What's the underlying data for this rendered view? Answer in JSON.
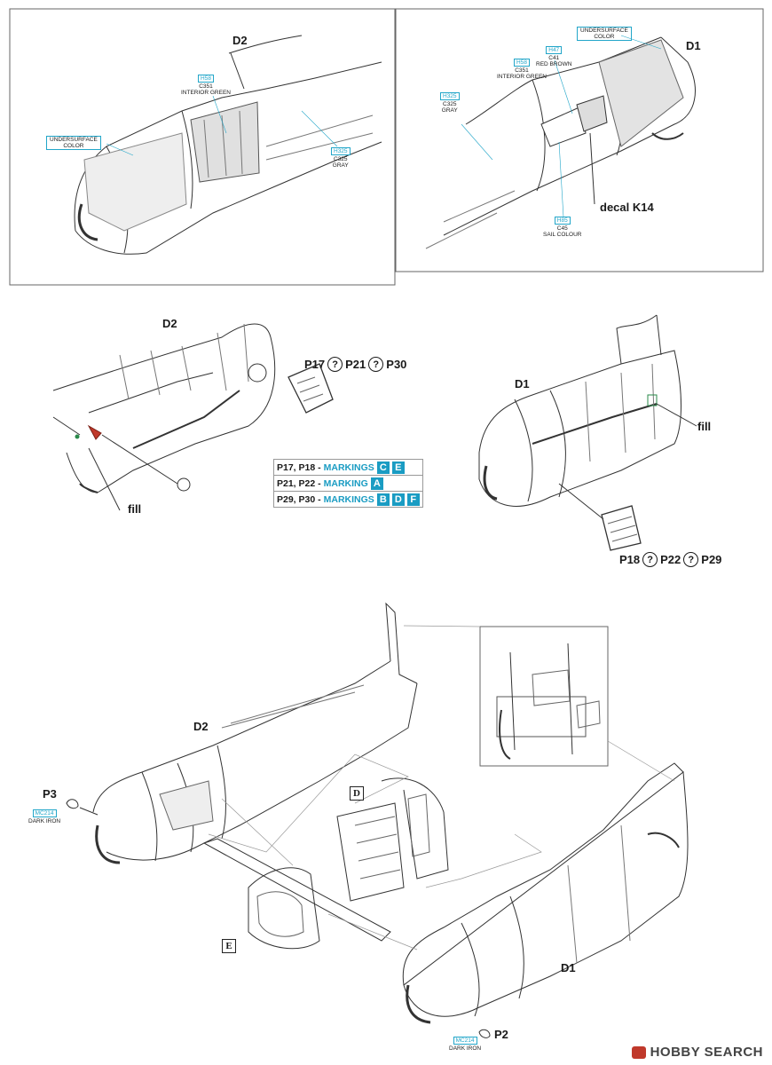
{
  "labels": {
    "d2_top": "D2",
    "d1_top": "D1",
    "d2_mid": "D2",
    "d1_mid": "D1",
    "d2_bot": "D2",
    "d1_bot": "D1",
    "decal": "decal K14",
    "fill_left": "fill",
    "fill_right": "fill",
    "p3": "P3",
    "p2": "P2",
    "sub_d": "D",
    "sub_e": "E"
  },
  "paints": {
    "tl_green": {
      "code": "H58",
      "c": "C351",
      "name": "INTERIOR GREEN"
    },
    "tl_under": {
      "name": "UNDERSURFACE\nCOLOR"
    },
    "tl_gray": {
      "code": "H325",
      "c": "C325",
      "name": "GRAY"
    },
    "tr_under": {
      "name": "UNDERSURFACE\nCOLOR"
    },
    "tr_brown": {
      "code": "H47",
      "c": "C41",
      "name": "RED BROWN"
    },
    "tr_green": {
      "code": "H58",
      "c": "C351",
      "name": "INTERIOR GREEN"
    },
    "tr_gray": {
      "code": "H325",
      "c": "C325",
      "name": "GRAY"
    },
    "tr_sail": {
      "code": "H85",
      "c": "C45",
      "name": "SAIL COLOUR"
    },
    "p3_iron": {
      "code": "MC214",
      "name": "DARK IRON"
    },
    "p2_iron": {
      "code": "MC214",
      "name": "DARK IRON"
    }
  },
  "sequences": {
    "left": {
      "a": "P17",
      "b": "P21",
      "c": "P30",
      "sym": "?"
    },
    "right": {
      "a": "P18",
      "b": "P22",
      "c": "P29",
      "sym": "?"
    }
  },
  "markings": [
    {
      "parts": "P17, P18 -",
      "label": "MARKINGS",
      "badges": [
        "C",
        "E"
      ]
    },
    {
      "parts": "P21, P22 -",
      "label": "MARKING",
      "badges": [
        "A"
      ]
    },
    {
      "parts": "P29, P30 -",
      "label": "MARKINGS",
      "badges": [
        "B",
        "D",
        "F"
      ]
    }
  ],
  "watermark": "HOBBY SEARCH",
  "colors": {
    "paint_code": "#22a6c9",
    "marking_teal": "#1a9cc3",
    "part_red": "#c0392b",
    "line": "#333333"
  }
}
